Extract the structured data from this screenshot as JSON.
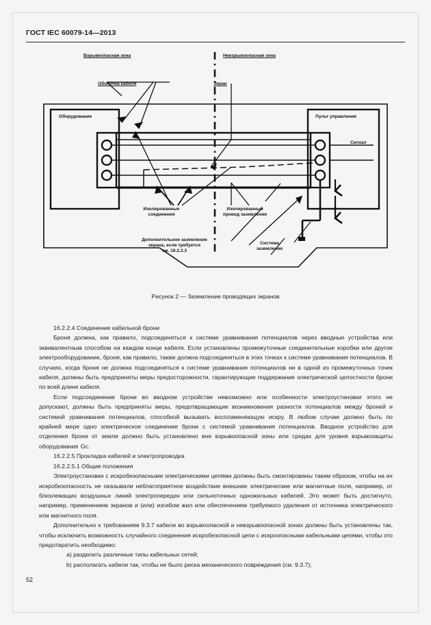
{
  "document": {
    "header": "ГОСТ IEC 60079-14—2013",
    "page_number": "52"
  },
  "figure": {
    "caption": "Рисунок 2 — Заземление проводящих экранов",
    "labels": {
      "hazardous_zone": "Взрывоопасная зона",
      "non_hazardous_zone": "Невзрывоопасная зона",
      "cable_sheath": "Оболочка кабеля",
      "screen": "Экран",
      "equipment": "Оборудование",
      "control_panel": "Пульт управления",
      "signal": "Сигнал",
      "insulated_connections": "Изолированные\nсоединения",
      "insulated_connections_l1": "Изолированные",
      "insulated_connections_l2": "соединения",
      "insulated_earth_wire_l1": "Изолированный",
      "insulated_earth_wire_l2": "провод заземления",
      "additional_earthing_l1": "Дополнительное заземление",
      "additional_earthing_l2": "экрана, если требуется",
      "additional_earthing_l3": "см. 16.2.2.3",
      "earthing_system_l1": "Система",
      "earthing_system_l2": "заземления"
    }
  },
  "body": {
    "heading_16_2_2_4": "16.2.2.4 Соединение кабельной брони",
    "para_1": "Броня должна, как правило, подсоединяться к системе уравнивания потенциалов через вводные устройства или эквивалентным способом на каждом конце кабеля. Если установлены промежуточные соединительные коробки или другое электрооборудование, броня, как правило, также должна подсоединяться в этих точках к системе уравнивания потенциалов. В случаях, когда броня не должна подсоединяться к системе уравнивания потенциалов ни в одной из промежуточных точек кабеля, должны быть предприняты меры предосторожности, гарантирующие поддержание электрической целостности брони по всей длине кабеля.",
    "para_2": "Если подсоединение брони во вводном устройстве невозможно или особенности электроустановки этого не допускают, должны быть предприняты меры, предотвращающие возникновения разности потенциалов между броней и системой уравнивания потенциалов, способной вызывать воспламеняющую искру. В любом случае должно быть по крайней мере одно электрическое соединение брони с системой уравнивания потенциалов. Вводное устройство для отделения брони от земли должно быть установлено вне взрывоопасной зоны или средах для уровня взрывозащиты оборудования Gc.",
    "heading_16_2_2_5": "16.2.2.5 Прокладка кабелей и электропроводка",
    "heading_16_2_2_5_1": "16.2.2.5.1 Общие положения",
    "para_3": "Электроустановки с искробезопасными электрическими цепями должны быть смонтированы таким образом, чтобы на их искробезопасность не оказывали неблагоприятное воздействие внешние электрические или магнитные поля, например, от близлежащих воздушных линий электропередач или сильноточных одножильных кабелей. Это может быть достигнуто, например, применением экранов и (или) изгибом жил или обеспечением требуемого удаления от источника электрического или магнитного поля.",
    "para_4": "Дополнительно к требованиям 9.3.7 кабели во взрывоопасной и невзрывоопасной зонах должны быть установлены так, чтобы исключить возможность случайного соединения искробезопасной цепи с искроопасными кабельными цепями, чтобы это предотвратить необходимо:",
    "item_a": "a) разделить различные типы кабельных сетей;",
    "item_b": "b) располагать кабели так, чтобы не было риска механического повреждения (см. 9.3.7);"
  }
}
